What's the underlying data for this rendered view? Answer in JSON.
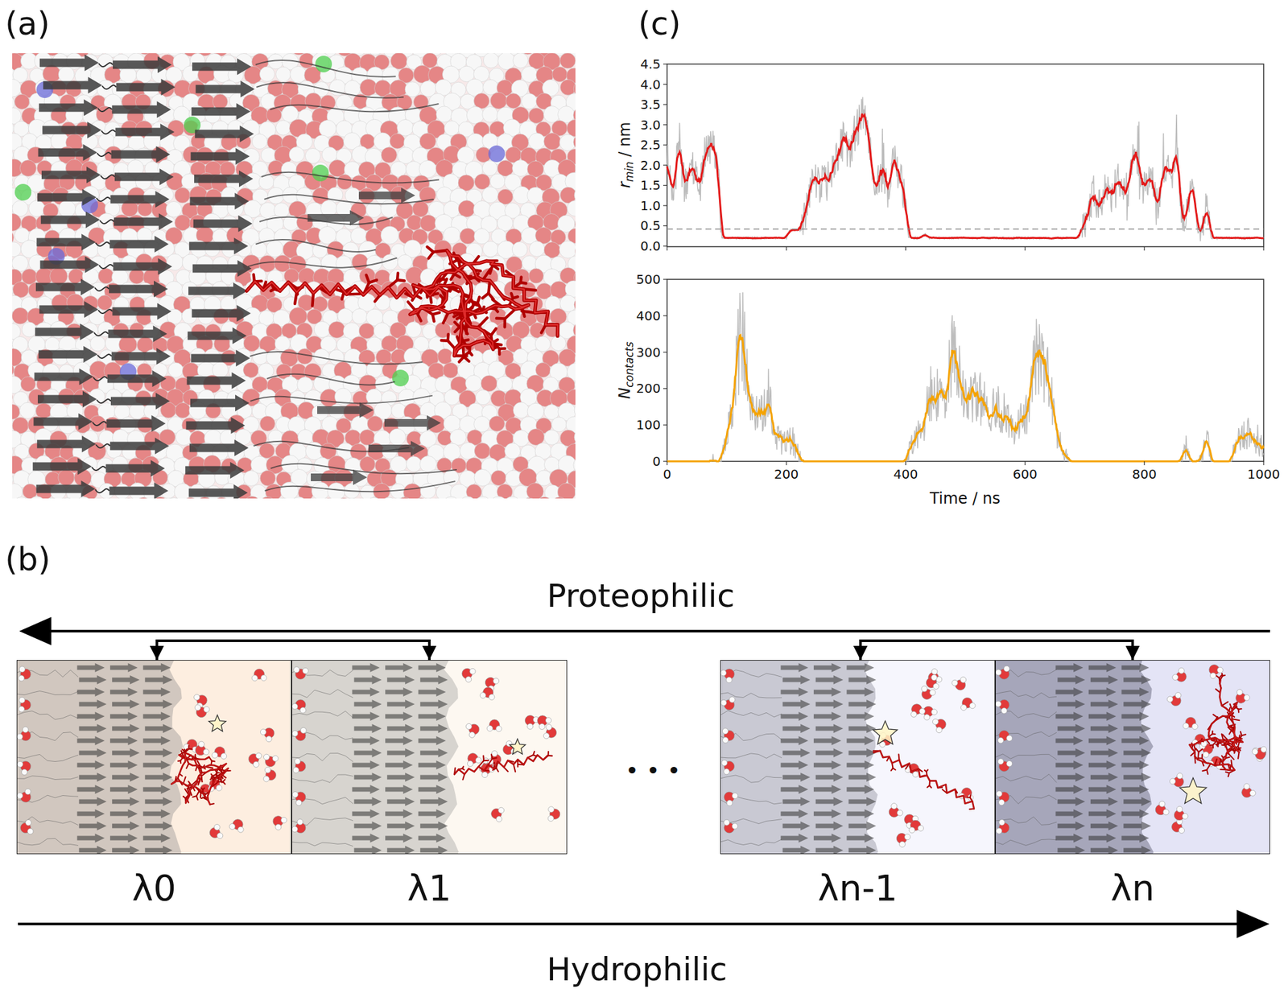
{
  "diagram": {
    "nodes": [
      {
        "text": [
          "λ0"
        ]
      },
      {
        "text": [
          "λ1"
        ]
      },
      {
        "text": [
          "λn-1"
        ]
      },
      {
        "text": [
          "λn"
        ]
      }
    ],
    "edges": [
      {
        "from": 0,
        "to": 1,
        "arrow": "both"
      },
      {
        "from": 2,
        "to": 3,
        "arrow": "both"
      }
    ],
    "labels": [
      "(a)",
      "(c)",
      "(b)",
      "Proteophilic",
      "Hydrophilic",
      "• • •",
      "0.0",
      "0.5",
      "1.0",
      "1.5",
      "2.0",
      "2.5",
      "3.0",
      "3.5",
      "4.0",
      "4.5",
      "0",
      "100",
      "200",
      "300",
      "400",
      "500",
      "0",
      "200",
      "400",
      "600",
      "800",
      "1000",
      "Time / ns",
      "r",
      "min",
      "/ nm",
      "N",
      "contacts"
    ]
  }
}
